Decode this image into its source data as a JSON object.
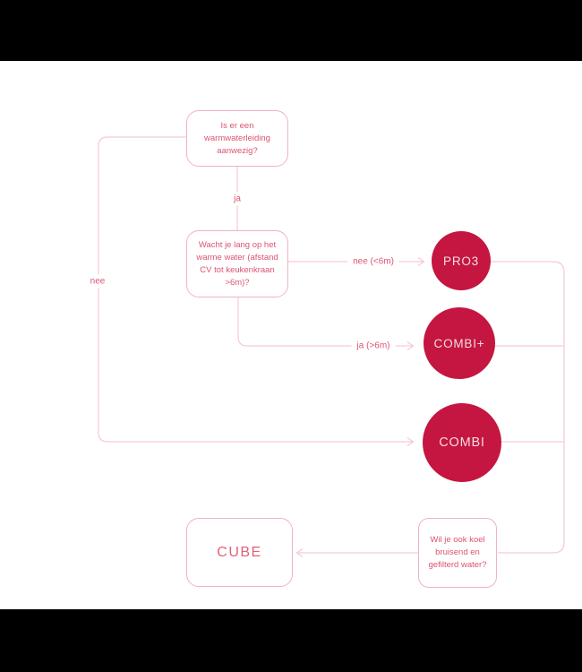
{
  "diagram": {
    "title_hint": "product keuzehulp flowchart",
    "questions": {
      "q1": "Is er een warmwaterleiding aanwezig?",
      "q2": "Wacht je lang op het warme water (afstand CV tot keukenkraan >6m)?",
      "q3": "Wil je ook koel bruisend en gefilterd water?"
    },
    "labels": {
      "ja": "ja",
      "nee": "nee",
      "nee_6m": "nee (<6m)",
      "ja_6m": "ja (>6m)"
    },
    "products": {
      "pro3": "PRO3",
      "combi_plus": "COMBI+",
      "combi": "COMBI",
      "cube": "CUBE"
    },
    "colors": {
      "circle_fill": "#c41640",
      "circle_text": "#f2dce0",
      "box_border": "#f0b3c2",
      "question_text": "#dc5471",
      "cube_text": "#e06175",
      "connector_line": "#f6c9d3",
      "letterbox": "#000000",
      "background": "#ffffff"
    }
  }
}
